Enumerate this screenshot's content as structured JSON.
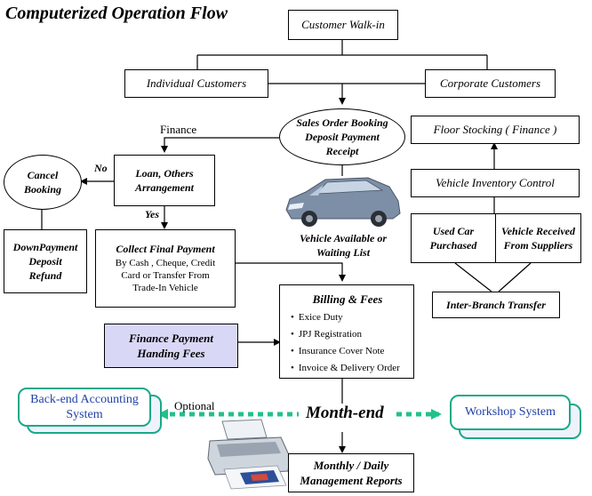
{
  "title": "Computerized Operation Flow",
  "nodes": {
    "walk_in": "Customer Walk-in",
    "individual": "Individual Customers",
    "corporate": "Corporate Customers",
    "sales_order": [
      "Sales Order Booking",
      "Deposit Payment",
      "Receipt"
    ],
    "finance_label": "Finance",
    "floor_stocking": "Floor Stocking ( Finance )",
    "no_label": "No",
    "yes_label": "Yes",
    "cancel": [
      "Cancel",
      "Booking"
    ],
    "loan": [
      "Loan, Others",
      "Arrangement"
    ],
    "vehicle_inventory": "Vehicle Inventory Control",
    "used_car": [
      "Used Car",
      "Purchased"
    ],
    "vehicle_received": [
      "Vehicle Received",
      "From Suppliers"
    ],
    "vehicle_available": [
      "Vehicle Available  or",
      "Waiting List"
    ],
    "downpayment": [
      "DownPayment",
      "Deposit",
      "Refund"
    ],
    "collect_title": "Collect Final Payment",
    "collect_lines": [
      "By Cash , Cheque, Credit",
      "Card  or  Transfer From",
      "Trade-In Vehicle"
    ],
    "inter_branch": "Inter-Branch Transfer",
    "billing_title": "Billing & Fees",
    "billing_items": [
      "Exice Duty",
      "JPJ Registration",
      "Insurance Cover Note",
      "Invoice & Delivery  Order"
    ],
    "finance_payment": [
      "Finance Payment",
      "Handing Fees"
    ],
    "backend": [
      "Back-end Accounting",
      "System"
    ],
    "optional_label": "Optional",
    "month_end": "Month-end",
    "workshop": "Workshop System",
    "reports": [
      "Monthly / Daily",
      "Management Reports"
    ]
  }
}
